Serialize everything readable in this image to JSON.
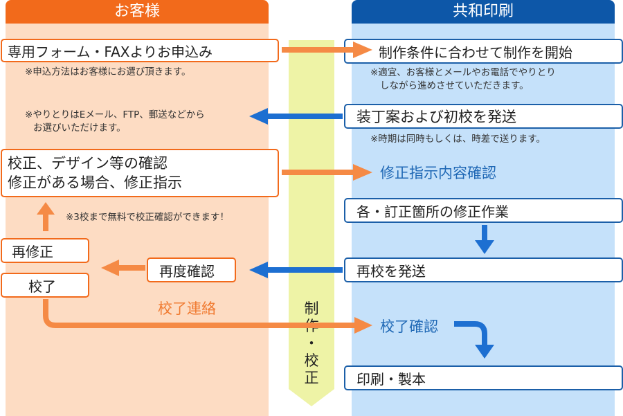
{
  "headers": {
    "customer": "お客様",
    "printer": "共和印刷"
  },
  "center_label": [
    "制",
    "作",
    "・",
    "校",
    "正"
  ],
  "customer": {
    "apply_box": "専用フォーム・FAXよりお申込み",
    "apply_note": "※申込方法はお客様にお選び頂きます。",
    "exchange_note": [
      "※やりとりはEメール、FTP、郵送などから",
      "お選びいただけます。"
    ],
    "check_box": [
      "校正、デザイン等の確認",
      "修正がある場合、修正指示"
    ],
    "free_note": "※3校まで無料で校正確認ができます！",
    "recheck_box": "再修正",
    "recheck2_box": "再度確認",
    "final_box": "校了",
    "final_contact": "校了連絡"
  },
  "printer": {
    "start_box": "制作条件に合わせて制作を開始",
    "start_note": [
      "※適宜、お客様とメールやお電話でやりとり",
      "しながら進めさせていただきます。"
    ],
    "send_proof_box": "装丁案および初校を発送",
    "send_note": "※時期は同時もしくは、時差で送ります。",
    "confirm_fix": "修正指示内容確認",
    "fix_work_box": "各・訂正箇所の修正作業",
    "resend_box": "再校を発送",
    "final_confirm": "校了確認",
    "print_box": "印刷・製本"
  },
  "colors": {
    "customer_bg": "#fddcc3",
    "customer_header": "#f26a1b",
    "printer_bg": "#c5e1fa",
    "printer_header": "#0d57a8",
    "center_band": "#eef3a6",
    "orange_arrow": "#f58a45",
    "blue_arrow": "#1d6fd1"
  }
}
